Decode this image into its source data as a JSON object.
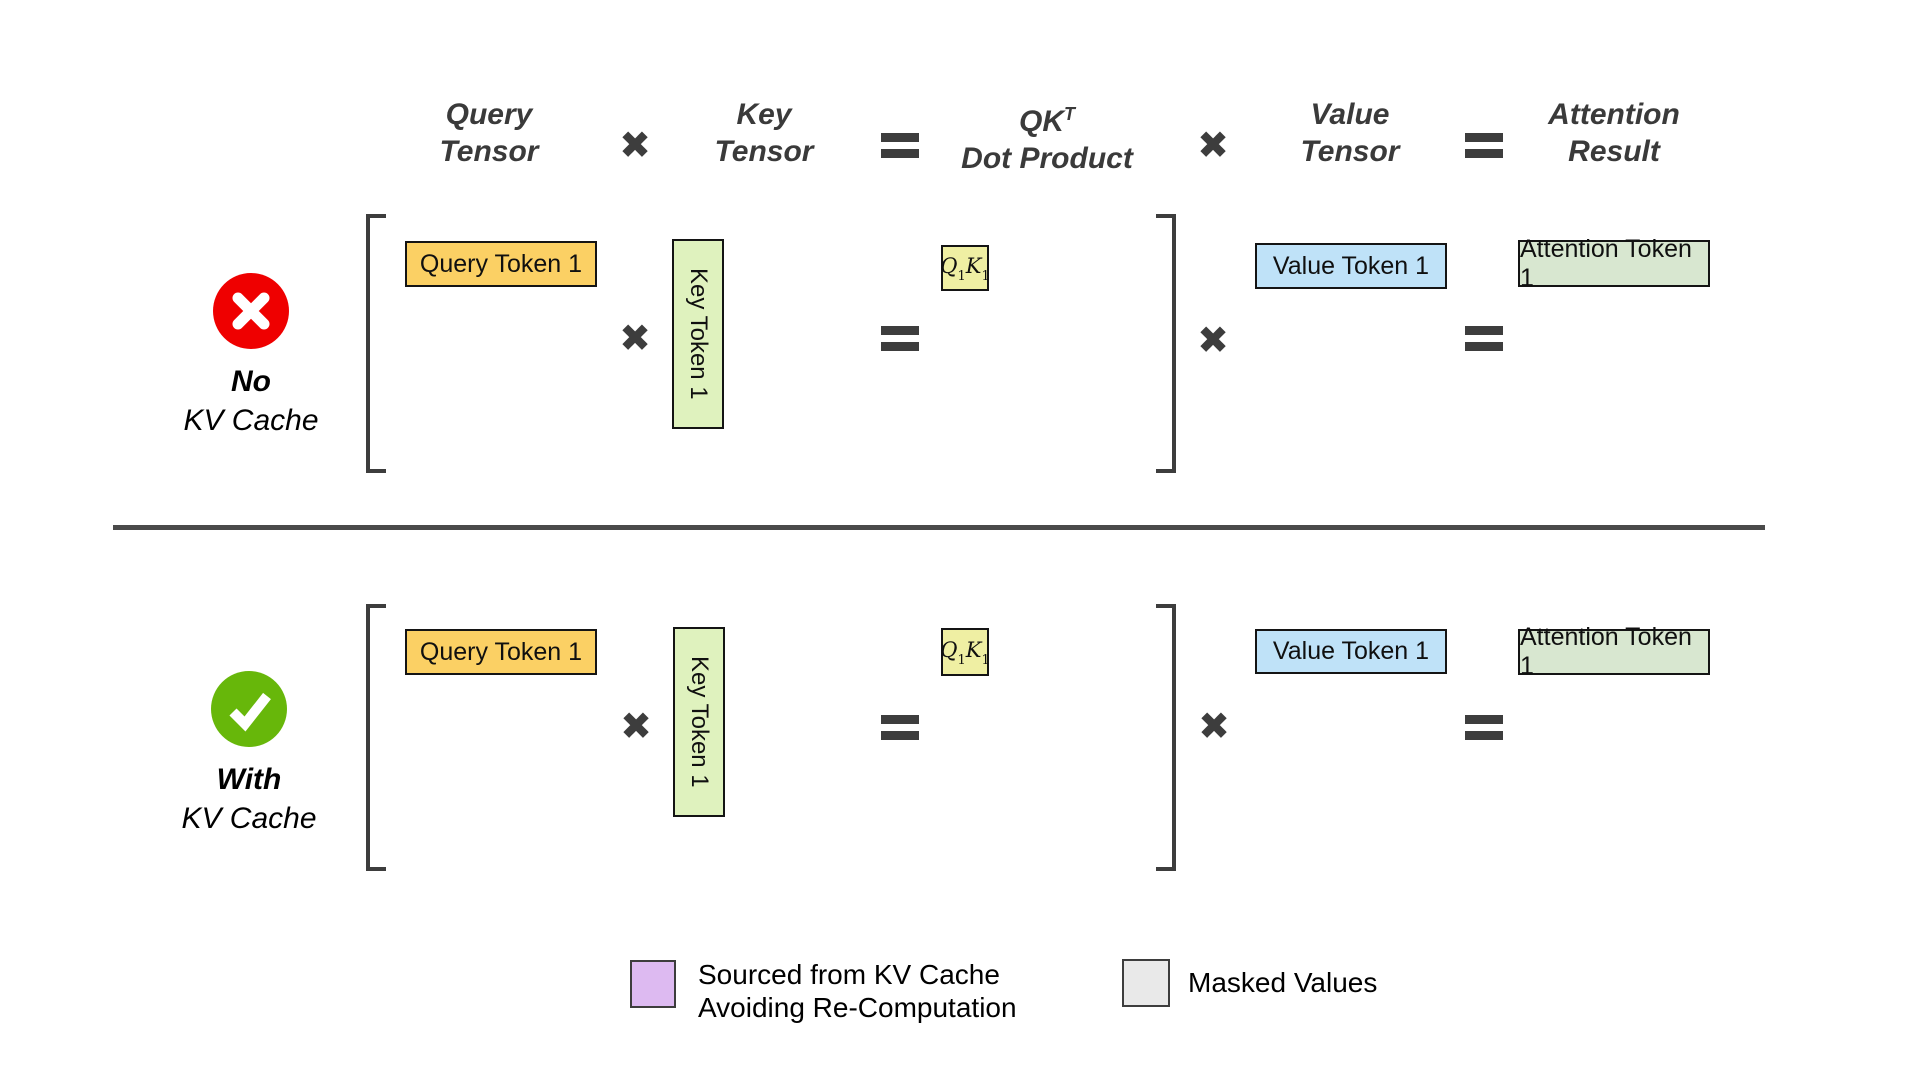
{
  "colors": {
    "query-box": "#FBD064",
    "key-box": "#DFF2BE",
    "qk-box": "#EFEFA3",
    "value-box": "#BFE2F8",
    "attention-box": "#D8E7D0",
    "kv-swatch": "#DDBAF1",
    "masked-swatch": "#E9E9E9",
    "cross-badge": "#EF0000",
    "check-badge": "#67B70A",
    "operator": "#3D3D3D",
    "divider": "#4A4A4A"
  },
  "operators": {
    "multiply": "✖"
  },
  "headers": [
    {
      "line1": "Query",
      "line2": "Tensor"
    },
    {
      "line1": "Key",
      "line2": "Tensor"
    },
    {
      "line1": "QK",
      "line1_sup": "T",
      "line2": "Dot Product"
    },
    {
      "line1": "Value",
      "line2": "Tensor"
    },
    {
      "line1": "Attention",
      "line2": "Result"
    }
  ],
  "rows": [
    {
      "badge": "cross",
      "label_line1": "No",
      "label_line2": "KV Cache",
      "query_token": "Query Token 1",
      "key_token": "Key Token 1",
      "dot_product": {
        "var1": "Q",
        "sub1": "1",
        "var2": "K",
        "sub2": "1"
      },
      "value_token": "Value Token 1",
      "attention_token": "Attention Token 1"
    },
    {
      "badge": "check",
      "label_line1": "With",
      "label_line2": "KV Cache",
      "query_token": "Query Token 1",
      "key_token": "Key Token 1",
      "dot_product": {
        "var1": "Q",
        "sub1": "1",
        "var2": "K",
        "sub2": "1"
      },
      "value_token": "Value Token 1",
      "attention_token": "Attention Token 1"
    }
  ],
  "legend": {
    "kv_cache": {
      "line1": "Sourced from KV Cache",
      "line2": "Avoiding Re-Computation"
    },
    "masked": {
      "label": "Masked Values"
    }
  }
}
